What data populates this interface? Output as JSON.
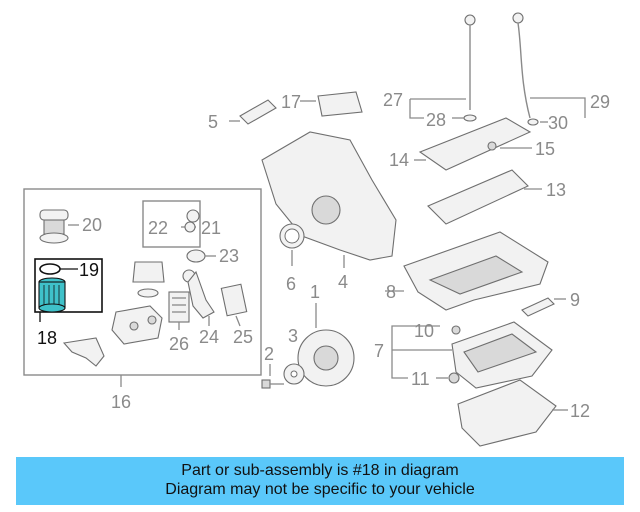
{
  "callouts": {
    "c1": "1",
    "c2": "2",
    "c3": "3",
    "c4": "4",
    "c5": "5",
    "c6": "6",
    "c7": "7",
    "c8": "8",
    "c9": "9",
    "c10": "10",
    "c11": "11",
    "c12": "12",
    "c13": "13",
    "c14": "14",
    "c15": "15",
    "c16": "16",
    "c17": "17",
    "c18": "18",
    "c19": "19",
    "c20": "20",
    "c21": "21",
    "c22": "22",
    "c23": "23",
    "c24": "24",
    "c25": "25",
    "c26": "26",
    "c27": "27",
    "c28": "28",
    "c29": "29",
    "c30": "30"
  },
  "highlight": {
    "part": "18",
    "color": "#3fc1c9",
    "outline_color": "#111111"
  },
  "colors": {
    "banner": "#5ac8fa",
    "lines": "#8a8a8a"
  },
  "banner": {
    "line1": "Part or sub-assembly is #18 in diagram",
    "line2": "Diagram may not be specific to your vehicle"
  }
}
